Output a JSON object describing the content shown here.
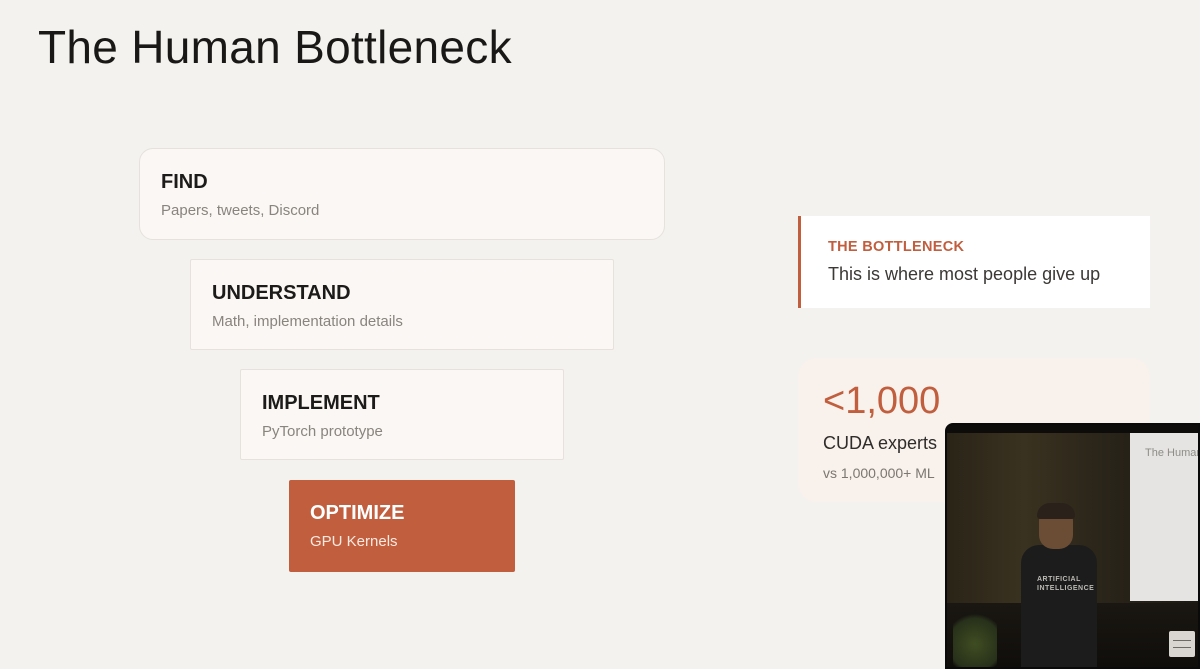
{
  "slide": {
    "title": "The Human Bottleneck"
  },
  "steps": [
    {
      "label": "FIND",
      "description": "Papers, tweets, Discord"
    },
    {
      "label": "UNDERSTAND",
      "description": "Math, implementation details"
    },
    {
      "label": "IMPLEMENT",
      "description": "PyTorch prototype"
    },
    {
      "label": "OPTIMIZE",
      "description": "GPU Kernels"
    }
  ],
  "callout": {
    "title": "THE BOTTLENECK",
    "text": "This is where most people give up"
  },
  "stat": {
    "value": "<1,000",
    "label": "CUDA experts",
    "sub": "vs 1,000,000+ ML"
  },
  "video": {
    "screen_title": "The Human",
    "shirt_text": "ARTIFICIAL INTELLIGENCE"
  },
  "colors": {
    "accent": "#c05e3d",
    "background": "#f3f2ef",
    "card": "#faf7f4"
  }
}
